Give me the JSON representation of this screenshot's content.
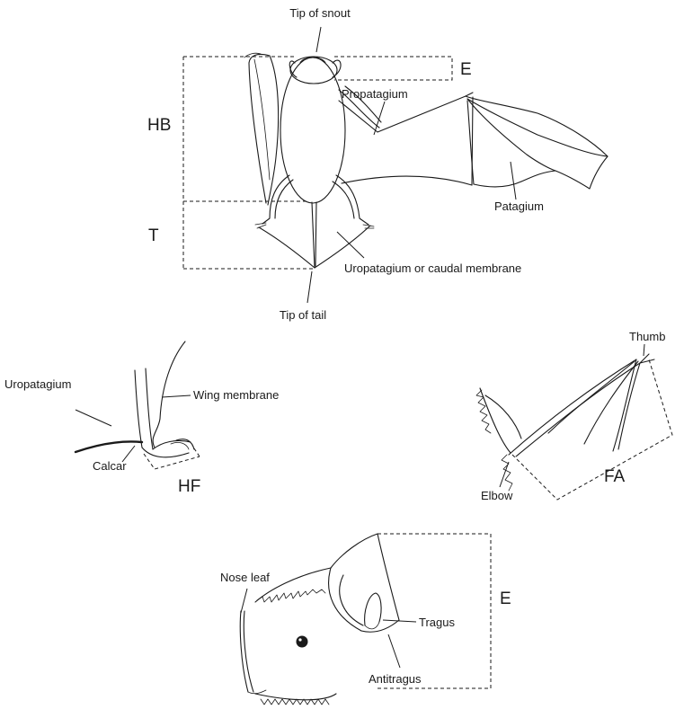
{
  "labels": {
    "tip_of_snout": "Tip of snout",
    "E_top": "E",
    "HB": "HB",
    "propatagium": "Propatagium",
    "T": "T",
    "patagium": "Patagium",
    "uropatagium_or_caudal": "Uropatagium or caudal membrane",
    "tip_of_tail": "Tip of tail",
    "uropatagium": "Uropatagium",
    "wing_membrane": "Wing membrane",
    "calcar": "Calcar",
    "HF": "HF",
    "thumb": "Thumb",
    "elbow": "Elbow",
    "FA": "FA",
    "nose_leaf": "Nose leaf",
    "E_ear": "E",
    "tragus": "Tragus",
    "antitragus": "Antitragus"
  }
}
